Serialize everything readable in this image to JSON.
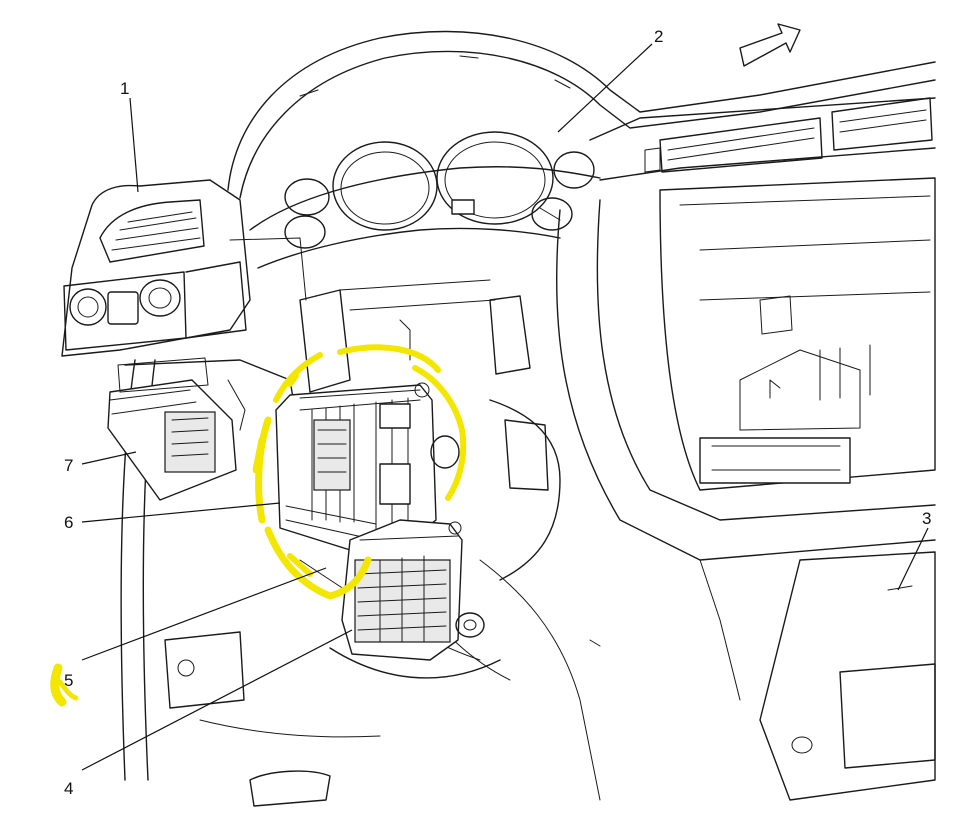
{
  "callouts": [
    {
      "id": "1",
      "label": "1"
    },
    {
      "id": "2",
      "label": "2"
    },
    {
      "id": "3",
      "label": "3"
    },
    {
      "id": "4",
      "label": "4"
    },
    {
      "id": "5",
      "label": "5"
    },
    {
      "id": "6",
      "label": "6"
    },
    {
      "id": "7",
      "label": "7"
    }
  ],
  "colors": {
    "line": "#1a1a1a",
    "highlight": "#f3e600",
    "background": "#ffffff"
  },
  "icons": {
    "direction": "forward-arrow-icon"
  }
}
